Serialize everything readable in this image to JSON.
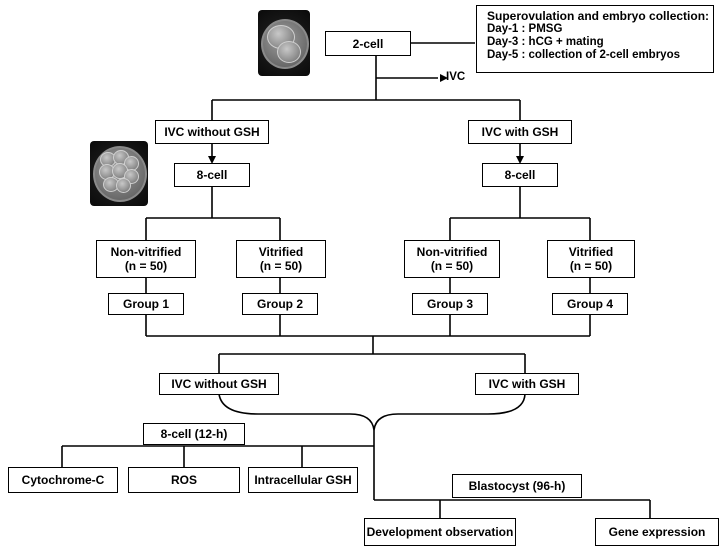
{
  "info_box": {
    "title": "Superovulation and embryo collection:",
    "lines": [
      "Day-1 : PMSG",
      "Day-3 : hCG + mating",
      "Day-5 : collection of 2-cell embryos"
    ]
  },
  "nodes": {
    "two_cell": "2-cell",
    "ivc_side": "IVC",
    "ivc_without_gsh_top": "IVC without GSH",
    "ivc_with_gsh_top": "IVC with GSH",
    "eight_cell_left": "8-cell",
    "eight_cell_right": "8-cell",
    "nonvit_left": [
      "Non-vitrified",
      "(n = 50)"
    ],
    "vit_left": [
      "Vitrified",
      "(n = 50)"
    ],
    "nonvit_right": [
      "Non-vitrified",
      "(n = 50)"
    ],
    "vit_right": [
      "Vitrified",
      "(n = 50)"
    ],
    "group1": "Group 1",
    "group2": "Group 2",
    "group3": "Group 3",
    "group4": "Group 4",
    "ivc_without_gsh_bottom": "IVC without GSH",
    "ivc_with_gsh_bottom": "IVC with GSH",
    "eight_cell_12h": "8-cell (12-h)",
    "cytochrome_c": "Cytochrome-C",
    "ros": "ROS",
    "intracellular_gsh": "Intracellular GSH",
    "blastocyst_96h": "Blastocyst (96-h)",
    "development_observation": "Development observation",
    "gene_expression": "Gene expression"
  },
  "images": {
    "two_cell_embryo": "2-cell embryo micrograph",
    "eight_cell_embryo": "8-cell embryo micrograph"
  }
}
